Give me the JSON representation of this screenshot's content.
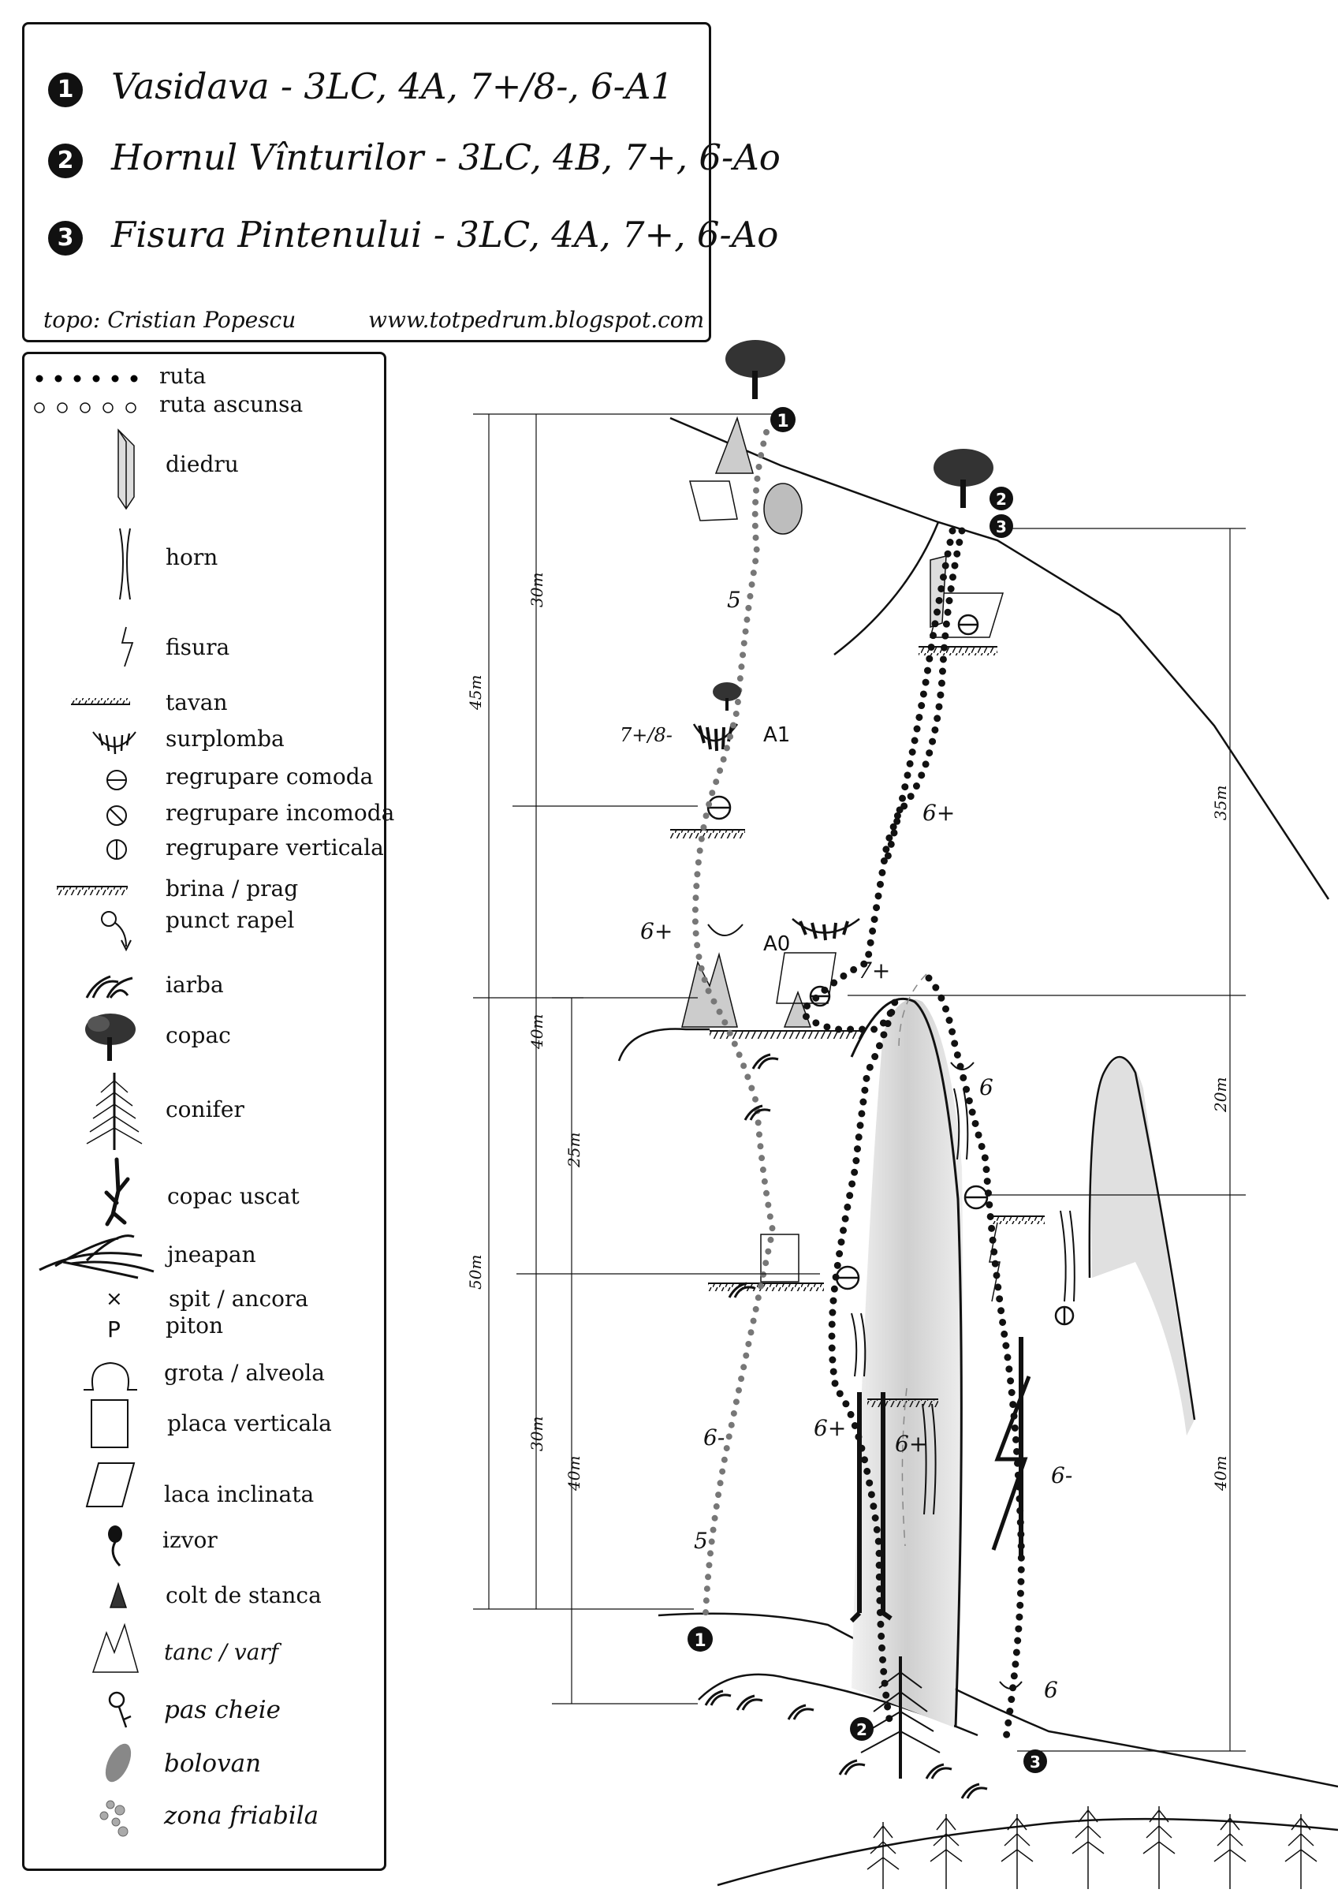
{
  "routes": [
    {
      "num": "1",
      "name": "Vasidava - 3LC, 4A, 7+/8-, 6-A1"
    },
    {
      "num": "2",
      "name": "Hornul Vînturilor - 3LC, 4B, 7+, 6-Ao"
    },
    {
      "num": "3",
      "name": "Fisura Pintenului - 3LC, 4A, 7+, 6-Ao"
    }
  ],
  "credits": {
    "author": "topo: Cristian Popescu",
    "website": "www.totpedrum.blogspot.com"
  },
  "legend": [
    {
      "label": "ruta",
      "icon": "dotted-line-icon"
    },
    {
      "label": "ruta ascunsa",
      "icon": "hollow-dotted-line-icon"
    },
    {
      "label": "diedru",
      "icon": "dihedral-icon"
    },
    {
      "label": "horn",
      "icon": "chimney-icon"
    },
    {
      "label": "fisura",
      "icon": "crack-icon"
    },
    {
      "label": "tavan",
      "icon": "roof-icon"
    },
    {
      "label": "surplomba",
      "icon": "overhang-icon"
    },
    {
      "label": "regrupare comoda",
      "icon": "comfortable-belay-icon"
    },
    {
      "label": "regrupare incomoda",
      "icon": "uncomfortable-belay-icon"
    },
    {
      "label": "regrupare verticala",
      "icon": "vertical-belay-icon"
    },
    {
      "label": "brina / prag",
      "icon": "ledge-icon"
    },
    {
      "label": "punct rapel",
      "icon": "rappel-point-icon"
    },
    {
      "label": "iarba",
      "icon": "grass-icon"
    },
    {
      "label": "copac",
      "icon": "tree-icon"
    },
    {
      "label": "conifer",
      "icon": "conifer-icon"
    },
    {
      "label": "copac uscat",
      "icon": "dead-tree-icon"
    },
    {
      "label": "jneapan",
      "icon": "dwarf-pine-icon"
    },
    {
      "label": "spit / ancora",
      "icon": "bolt-icon"
    },
    {
      "label": "piton",
      "icon": "piton-icon"
    },
    {
      "label": "grota / alveola",
      "icon": "cave-icon"
    },
    {
      "label": "placa verticala",
      "icon": "vertical-slab-icon"
    },
    {
      "label": "laca inclinata",
      "icon": "inclined-slab-icon"
    },
    {
      "label": "izvor",
      "icon": "spring-icon"
    },
    {
      "label": "colt de stanca",
      "icon": "rock-spike-icon"
    },
    {
      "label": "tanc / varf",
      "icon": "pinnacle-icon"
    },
    {
      "label": "pas cheie",
      "icon": "key-move-icon"
    },
    {
      "label": "bolovan",
      "icon": "boulder-icon"
    },
    {
      "label": "zona friabila",
      "icon": "loose-rock-icon"
    }
  ],
  "topo": {
    "route_markers": {
      "r1": "1",
      "r2": "2",
      "r3": "3"
    },
    "grades": {
      "g1": "5",
      "g2": "7+/8-",
      "g3": "A1",
      "g4": "6+",
      "g5": "6+",
      "g6": "A0",
      "g7": "7+",
      "g8": "6",
      "g9": "6-",
      "g10": "5",
      "g11": "6+",
      "g12": "6+",
      "g13": "6-",
      "g14": "6"
    },
    "dimensions": {
      "d1": "45m",
      "d2": "30m",
      "d3": "40m",
      "d4": "25m",
      "d5": "50m",
      "d6": "30m",
      "d7": "40m",
      "d8": "35m",
      "d9": "20m",
      "d10": "40m"
    }
  },
  "colors": {
    "ink": "#111111",
    "hidden_route": "#777777",
    "rock_shade": "#cfcfcf",
    "boulder": "#bdbdbd"
  }
}
